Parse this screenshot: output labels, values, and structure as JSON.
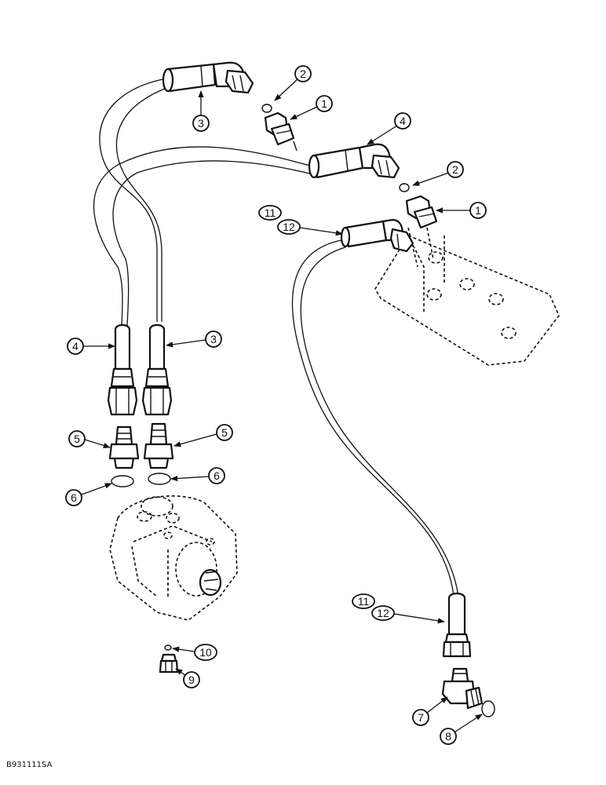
{
  "figure_ref": "B931111SA",
  "callouts": {
    "c1a": "1",
    "c1b": "1",
    "c2a": "2",
    "c2b": "2",
    "c3a": "3",
    "c3b": "3",
    "c4a": "4",
    "c4b": "4",
    "c5a": "5",
    "c5b": "5",
    "c6a": "6",
    "c6b": "6",
    "c7": "7",
    "c8": "8",
    "c9": "9",
    "c10": "10",
    "c11a": "11",
    "c12a": "12",
    "c11b": "11",
    "c12b": "12"
  }
}
